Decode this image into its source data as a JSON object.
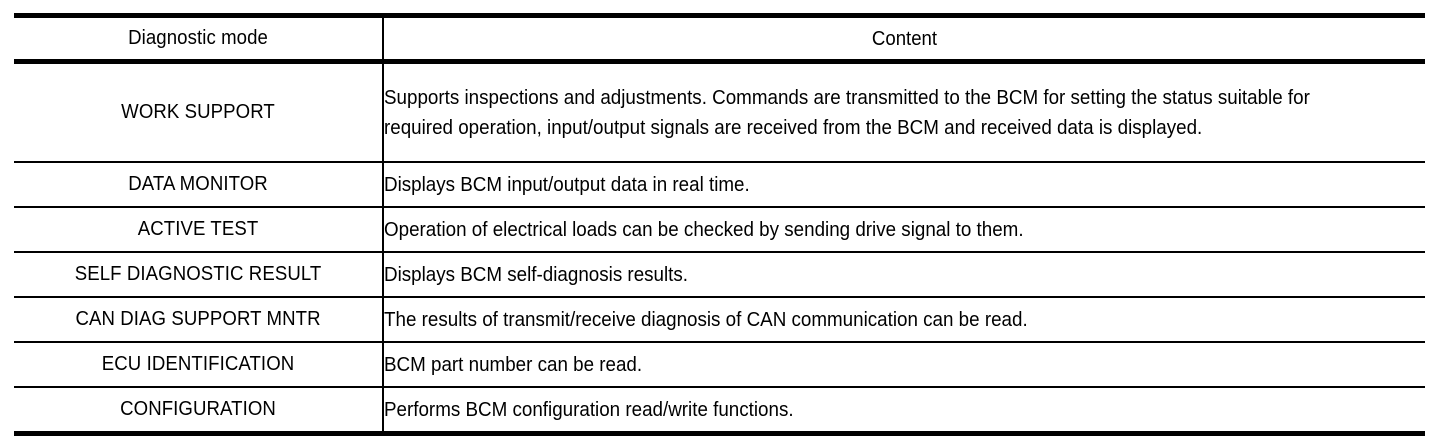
{
  "table": {
    "columns": [
      {
        "key": "mode",
        "header": "Diagnostic mode"
      },
      {
        "key": "content",
        "header": "Content"
      }
    ],
    "rows": [
      {
        "mode": "WORK SUPPORT",
        "content": "Supports inspections and adjustments. Commands are transmitted to the BCM for setting the status suitable for required operation, input/output signals are received from the BCM and received data is displayed."
      },
      {
        "mode": "DATA MONITOR",
        "content": "Displays BCM input/output data in real time."
      },
      {
        "mode": "ACTIVE TEST",
        "content": "Operation of electrical loads can be checked by sending drive signal to them."
      },
      {
        "mode": "SELF DIAGNOSTIC RESULT",
        "content": "Displays BCM self-diagnosis results."
      },
      {
        "mode": "CAN DIAG SUPPORT MNTR",
        "content": "The results of transmit/receive diagnosis of CAN communication can be read."
      },
      {
        "mode": "ECU IDENTIFICATION",
        "content": "BCM part number can be read."
      },
      {
        "mode": "CONFIGURATION",
        "content": "Performs BCM configuration read/write functions."
      }
    ]
  },
  "style": {
    "text_color": "#000000",
    "rule_color": "#000000",
    "background": "#ffffff"
  }
}
